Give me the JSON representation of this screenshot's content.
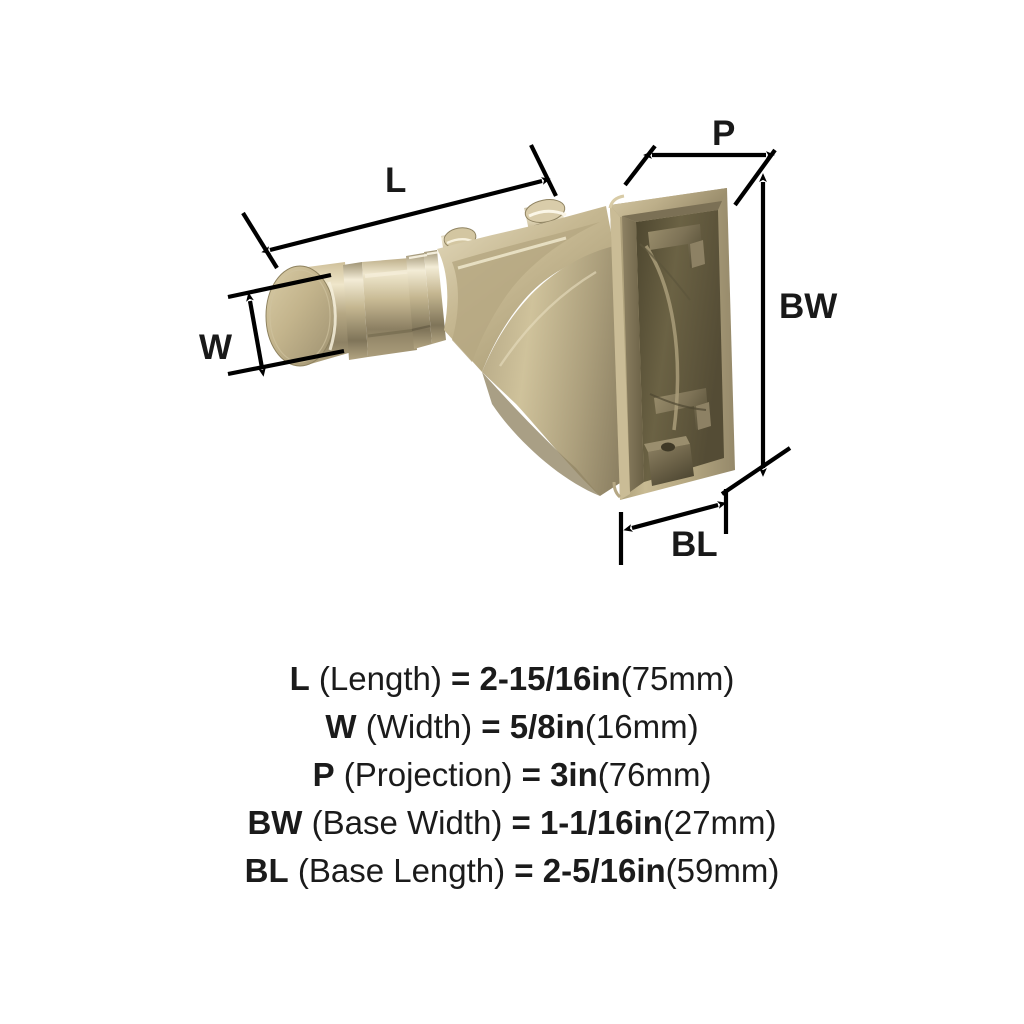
{
  "product": {
    "type": "wall-mounted hook bracket",
    "finish_color": "#bfae87",
    "finish_shadow": "#6e6449",
    "finish_highlight": "#e6dcc0",
    "finish_dark": "#544c38",
    "background": "#ffffff"
  },
  "diagram": {
    "labels": {
      "length": "L",
      "width": "W",
      "projection": "P",
      "base_width": "BW",
      "base_length": "BL"
    },
    "line_color": "#000000"
  },
  "legend": {
    "lines": [
      {
        "symbol": "L",
        "description": " (Length)",
        "equals": " = ",
        "value": "2-15/16in",
        "metric": "(75mm)"
      },
      {
        "symbol": "W",
        "description": " (Width)",
        "equals": " = ",
        "value": "5/8in",
        "metric": "(16mm)"
      },
      {
        "symbol": "P",
        "description": " (Projection)",
        "equals": " = ",
        "value": "3in",
        "metric": "(76mm)"
      },
      {
        "symbol": "BW",
        "description": " (Base Width)",
        "equals": " = ",
        "value": "1-1/16in",
        "metric": "(27mm)"
      },
      {
        "symbol": "BL",
        "description": " (Base Length)",
        "equals": " = ",
        "value": "2-5/16in",
        "metric": "(59mm)"
      }
    ]
  }
}
